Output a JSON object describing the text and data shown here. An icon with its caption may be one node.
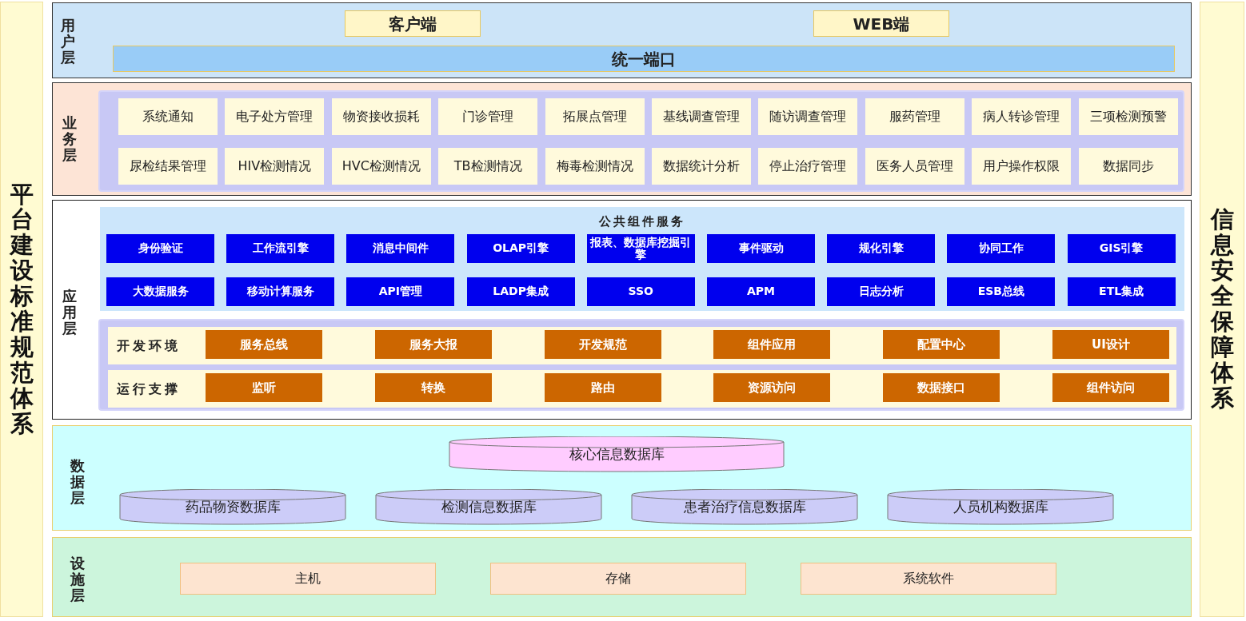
{
  "diagram": {
    "nodes": [
      {
        "text": [
          "平台建设标准规范体系"
        ]
      },
      {
        "text": [
          "用户层"
        ]
      },
      {
        "text": [
          "客户端"
        ],
        "in": 1
      },
      {
        "text": [
          "WEB端"
        ],
        "in": 1
      },
      {
        "text": [
          "统一端口"
        ],
        "in": 1
      },
      {
        "text": [
          "业务层"
        ]
      },
      {
        "text": [
          "系统通知"
        ],
        "in": 5
      },
      {
        "text": [
          "电子处方管理"
        ],
        "in": 5
      },
      {
        "text": [
          "物资接收损耗"
        ],
        "in": 5
      },
      {
        "text": [
          "门诊管理"
        ],
        "in": 5
      },
      {
        "text": [
          "拓展点管理"
        ],
        "in": 5
      },
      {
        "text": [
          "基线调查管理"
        ],
        "in": 5
      },
      {
        "text": [
          "随访调查管理"
        ],
        "in": 5
      },
      {
        "text": [
          "服药管理"
        ],
        "in": 5
      },
      {
        "text": [
          "病人转诊管理"
        ],
        "in": 5
      },
      {
        "text": [
          "三项检测预警"
        ],
        "in": 5
      },
      {
        "text": [
          "尿检结果管理"
        ],
        "in": 5
      },
      {
        "text": [
          "HIV检测情况"
        ],
        "in": 5
      },
      {
        "text": [
          "HVC检测情况"
        ],
        "in": 5
      },
      {
        "text": [
          "TB检测情况"
        ],
        "in": 5
      },
      {
        "text": [
          "梅毒检测情况"
        ],
        "in": 5
      },
      {
        "text": [
          "数据统计分析"
        ],
        "in": 5
      },
      {
        "text": [
          "停止治疗管理"
        ],
        "in": 5
      },
      {
        "text": [
          "医务人员管理"
        ],
        "in": 5
      },
      {
        "text": [
          "用户操作权限"
        ],
        "in": 5
      },
      {
        "text": [
          "数据同步"
        ],
        "in": 5
      },
      {
        "text": [
          "应用层"
        ]
      },
      {
        "text": [
          "公共组件服务"
        ],
        "in": 26
      },
      {
        "text": [
          "身份验证"
        ],
        "in": 27
      },
      {
        "text": [
          "工作流引擎"
        ],
        "in": 27
      },
      {
        "text": [
          "消息中间件"
        ],
        "in": 27
      },
      {
        "text": [
          "OLAP引擎"
        ],
        "in": 27
      },
      {
        "text": [
          "报表、数据库挖掘引擎"
        ],
        "in": 27
      },
      {
        "text": [
          "事件驱动"
        ],
        "in": 27
      },
      {
        "text": [
          "规化引擎"
        ],
        "in": 27
      },
      {
        "text": [
          "协同工作"
        ],
        "in": 27
      },
      {
        "text": [
          "GIS引擎"
        ],
        "in": 27
      },
      {
        "text": [
          "大数据服务"
        ],
        "in": 27
      },
      {
        "text": [
          "移动计算服务"
        ],
        "in": 27
      },
      {
        "text": [
          "API管理"
        ],
        "in": 27
      },
      {
        "text": [
          "LADP集成"
        ],
        "in": 27
      },
      {
        "text": [
          "SSO"
        ],
        "in": 27
      },
      {
        "text": [
          "APM"
        ],
        "in": 27
      },
      {
        "text": [
          "日志分析"
        ],
        "in": 27
      },
      {
        "text": [
          "ESB总线"
        ],
        "in": 27
      },
      {
        "text": [
          "ETL集成"
        ],
        "in": 27
      },
      {
        "text": [
          "开发环境"
        ],
        "in": 26
      },
      {
        "text": [
          "服务总线"
        ],
        "in": 46
      },
      {
        "text": [
          "服务大报"
        ],
        "in": 46
      },
      {
        "text": [
          "开发规范"
        ],
        "in": 46
      },
      {
        "text": [
          "组件应用"
        ],
        "in": 46
      },
      {
        "text": [
          "配置中心"
        ],
        "in": 46
      },
      {
        "text": [
          "UI设计"
        ],
        "in": 46
      },
      {
        "text": [
          "运行支撑"
        ],
        "in": 26
      },
      {
        "text": [
          "监听"
        ],
        "in": 53
      },
      {
        "text": [
          "转换"
        ],
        "in": 53
      },
      {
        "text": [
          "路由"
        ],
        "in": 53
      },
      {
        "text": [
          "资源访问"
        ],
        "in": 53
      },
      {
        "text": [
          "数据接口"
        ],
        "in": 53
      },
      {
        "text": [
          "组件访问"
        ],
        "in": 53
      },
      {
        "text": [
          "数据层"
        ]
      },
      {
        "text": [
          "核心信息数据库"
        ],
        "in": 60
      },
      {
        "text": [
          "药品物资数据库"
        ],
        "in": 60
      },
      {
        "text": [
          "检测信息数据库"
        ],
        "in": 60
      },
      {
        "text": [
          "患者治疗信息数据库"
        ],
        "in": 60
      },
      {
        "text": [
          "人员机构数据库"
        ],
        "in": 60
      },
      {
        "text": [
          "设施层"
        ]
      },
      {
        "text": [
          "主机"
        ],
        "in": 66
      },
      {
        "text": [
          "存储"
        ],
        "in": 66
      },
      {
        "text": [
          "系统软件"
        ],
        "in": 66
      },
      {
        "text": [
          "信息安全保障体系"
        ]
      }
    ]
  }
}
